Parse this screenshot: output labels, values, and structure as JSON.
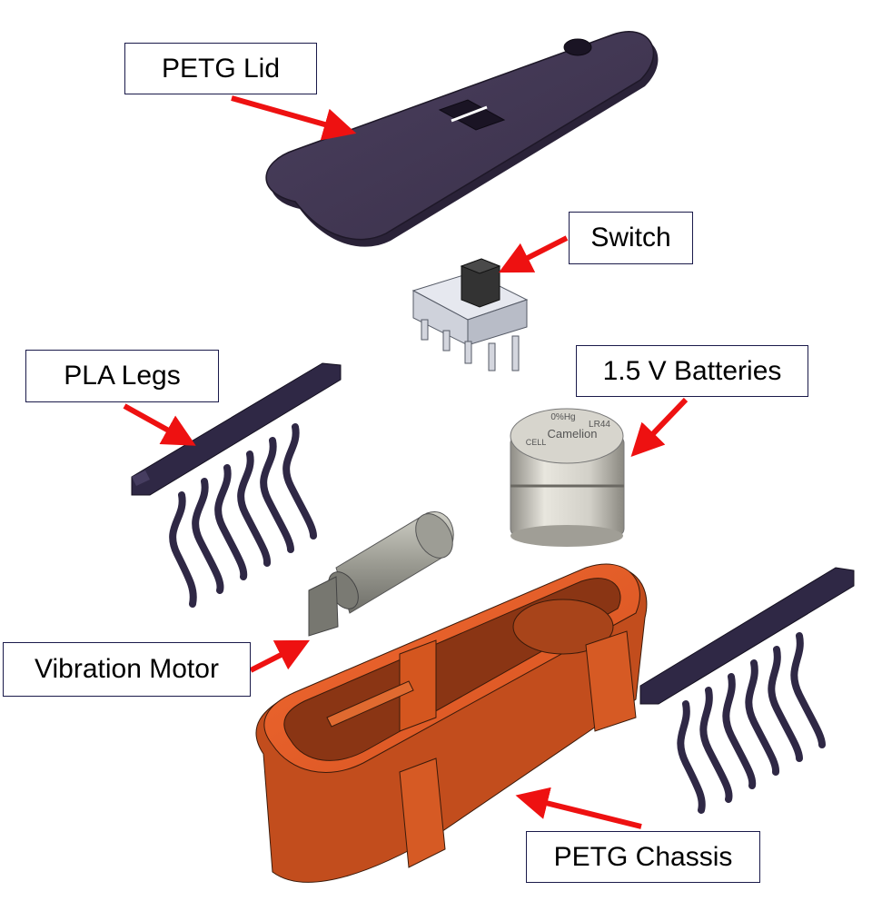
{
  "diagram": {
    "type": "exploded-assembly-view",
    "colors": {
      "background": "#ffffff",
      "arrow": "#ee1111",
      "label_border": "#1a1a4a",
      "lid_purple": "#3d3350",
      "lid_edge": "#2a2238",
      "legs_purple": "#2f2845",
      "chassis_orange": "#e85f2a",
      "chassis_dark": "#b8461d",
      "metal_gray": "#a8a8a0",
      "switch_body": "#d4d6de",
      "switch_knob": "#333333",
      "battery_silver": "#c9c7bf"
    },
    "labels": [
      {
        "id": "petg-lid",
        "text": "PETG Lid"
      },
      {
        "id": "switch",
        "text": "Switch"
      },
      {
        "id": "pla-legs",
        "text": "PLA Legs"
      },
      {
        "id": "batteries",
        "text": "1.5 V Batteries"
      },
      {
        "id": "vibration-motor",
        "text": "Vibration Motor"
      },
      {
        "id": "petg-chassis",
        "text": "PETG Chassis"
      }
    ],
    "battery_markings": {
      "brand": "Camelion",
      "model": "LR44",
      "mercury": "0%Hg",
      "cell": "CELL"
    }
  }
}
